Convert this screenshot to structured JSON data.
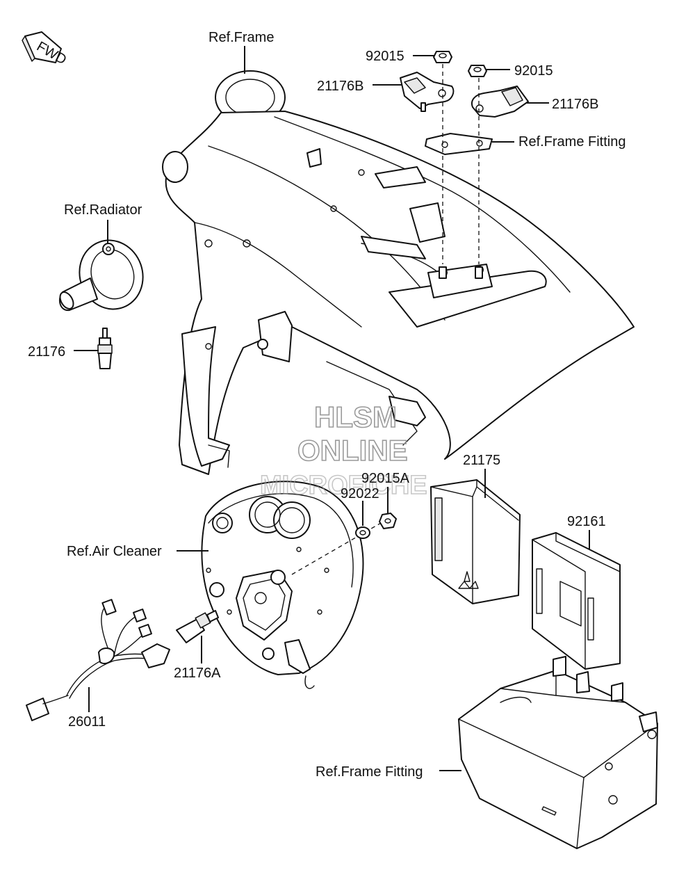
{
  "direction_badge": {
    "text": "FWD",
    "icon": "fwd-arrow-icon"
  },
  "watermark": {
    "line1": "HLSM",
    "line2": "ONLINE",
    "line3": "MICROFICHE"
  },
  "callouts": {
    "ref_frame": "Ref.Frame",
    "ref_radiator": "Ref.Radiator",
    "part_92015_a": "92015",
    "part_92015_b": "92015",
    "part_21176b_a": "21176B",
    "part_21176b_b": "21176B",
    "ref_frame_fitting_top": "Ref.Frame Fitting",
    "part_21176": "21176",
    "part_21175": "21175",
    "part_92015a": "92015A",
    "part_92022": "92022",
    "part_92161": "92161",
    "ref_air_cleaner": "Ref.Air Cleaner",
    "part_21176a": "21176A",
    "part_26011": "26011",
    "ref_frame_fitting_bottom": "Ref.Frame Fitting"
  }
}
